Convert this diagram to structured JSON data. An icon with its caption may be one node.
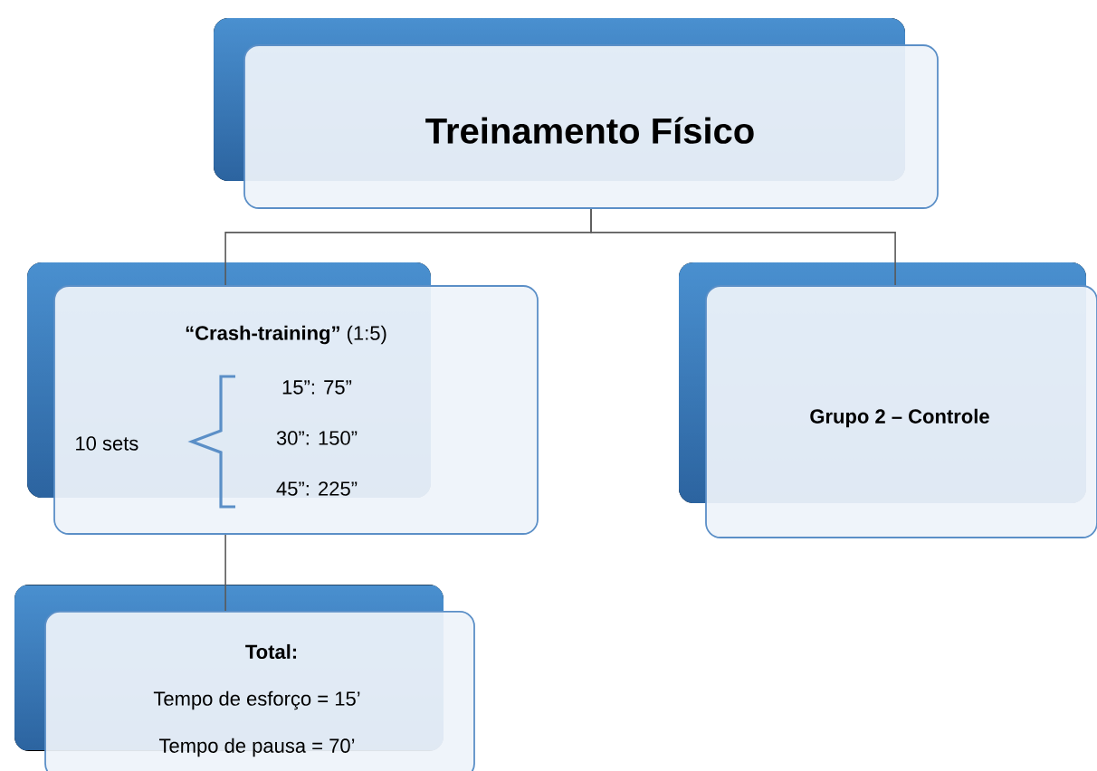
{
  "diagram": {
    "nodes": [
      {
        "text": [
          "Treinamento Físico"
        ]
      },
      {
        "text": [
          "**“Crash-training”** (1:5)",
          "10 sets",
          "15”: 75”",
          "30”: 150”",
          "45”: 225”"
        ]
      },
      {
        "text": [
          "Grupo 2 – Controle"
        ]
      },
      {
        "text": [
          "Total:",
          "Tempo de esforço = 15’",
          "Tempo de pausa = 70’"
        ]
      }
    ],
    "edges": [
      {
        "from": 0,
        "to": 1,
        "arrow": "none"
      },
      {
        "from": 0,
        "to": 2,
        "arrow": "none"
      },
      {
        "from": 1,
        "to": 3,
        "arrow": "none"
      }
    ]
  }
}
